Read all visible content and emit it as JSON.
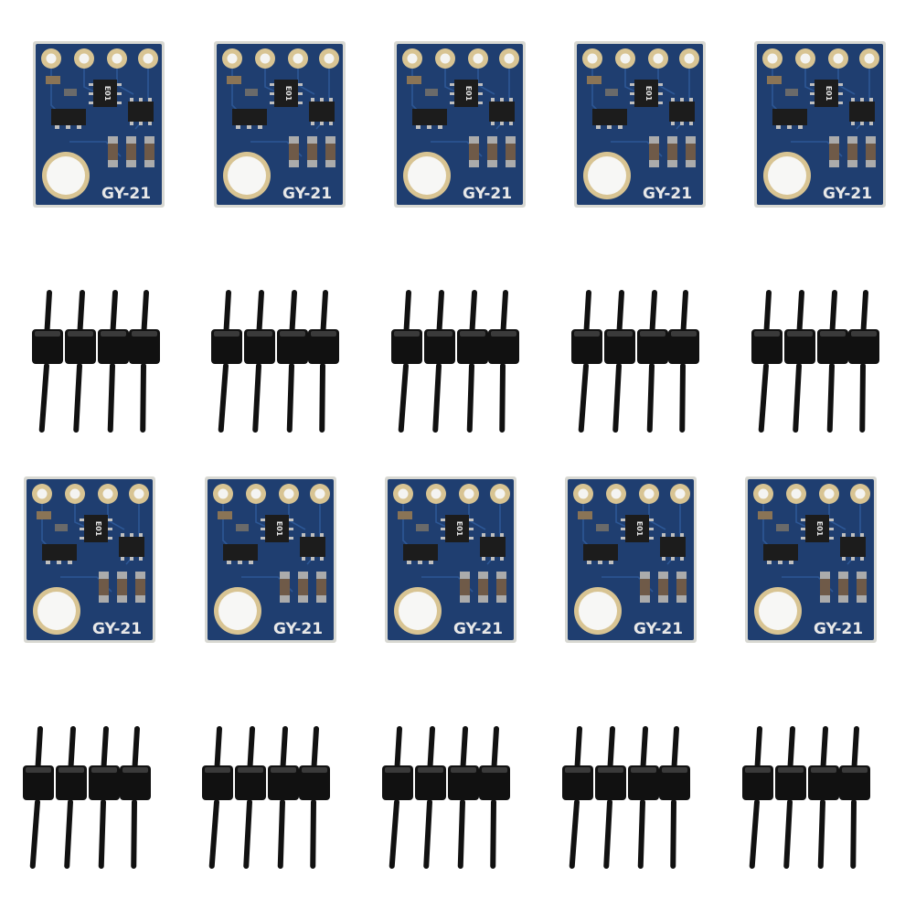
{
  "product": {
    "board_label": "GY-21",
    "chip_marking": "E01",
    "board_count": 10,
    "header_count": 10
  },
  "colors": {
    "background": "#ffffff",
    "pcb_blue": "#1f3e70",
    "pcb_edge": "#d8d8d2",
    "pad_gold": "#d8c493",
    "silkscreen": "#e8e8e8",
    "chip_black": "#1c1c1c",
    "header_black": "#111111"
  }
}
